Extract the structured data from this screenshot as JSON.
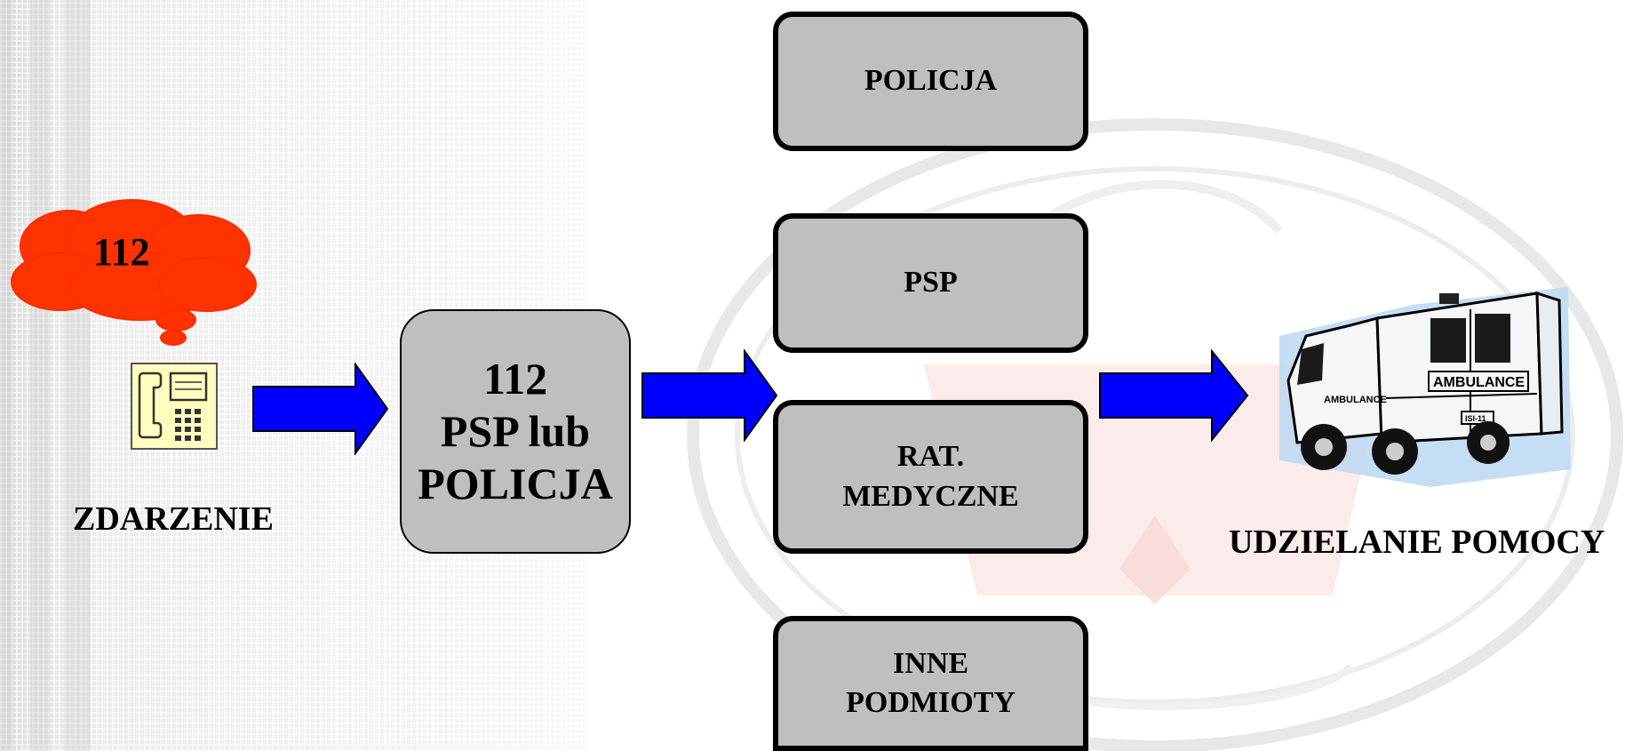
{
  "cloud": {
    "text": "112",
    "color": "#ff3300"
  },
  "event": {
    "label": "ZDARZENIE"
  },
  "center": {
    "text": "112\nPSP lub\nPOLICJA"
  },
  "services": [
    {
      "text": "POLICJA"
    },
    {
      "text": "PSP"
    },
    {
      "text": "RAT.\nMEDYCZNE"
    },
    {
      "text": "INNE\nPODMIOTY"
    }
  ],
  "outcome": {
    "label": "UDZIELANIE POMOCY"
  },
  "ambulance": {
    "side_text": "AMBULANCE",
    "rear_text": "AMBULANCE",
    "plate": "ISI-11"
  },
  "colors": {
    "arrow": "#0000ff",
    "box_fill": "#bfbfbf",
    "border": "#000000",
    "watermark_red": "#f3b9b9"
  },
  "icons": [
    "telephone-icon",
    "thought-cloud-icon",
    "ambulance-icon",
    "watermark-logo"
  ]
}
